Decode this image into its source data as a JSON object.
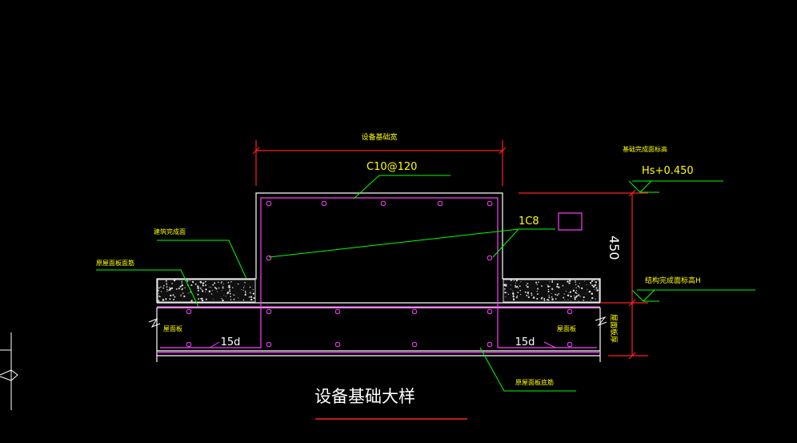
{
  "drawing": {
    "title": "设备基础大样",
    "top_width_label": "设备基础宽",
    "top_rebar_label": "C10@120",
    "side_rebar_label": "1C8",
    "elevation_top_label": "基础完成面标高",
    "elevation_top_value": "Hs+0.450",
    "height_dimension": "450",
    "elevation_bottom_label": "结构完成面标高H",
    "slab_thickness_label": "屋面板厚",
    "left_finish_label": "建筑完成面",
    "left_slab_label": "原屋面板面筋",
    "left_bar_label": "屋面板",
    "right_bar_label": "屋面板",
    "bottom_rebar_label": "原屋面板底筋",
    "left_anchor_label": "15d",
    "right_anchor_label": "15d"
  },
  "colors": {
    "background": "#000000",
    "dimension": "#ff2020",
    "leader": "#00ff00",
    "rebar": "#ff40ff",
    "outline": "#ffffff",
    "text": "#ffff00"
  }
}
